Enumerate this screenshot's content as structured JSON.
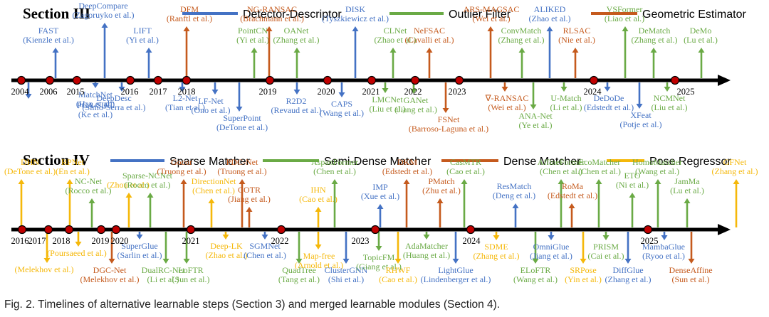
{
  "caption": "Fig. 2. Timelines of alternative learnable steps (Section 3) and merged learnable modules (Section 4).",
  "colors": {
    "blue": "#4472c4",
    "green": "#6aaa45",
    "orange": "#c55a1d",
    "yellow": "#f5b80a",
    "red": "#c00000",
    "axis": "#000000"
  },
  "sections": [
    {
      "title": "Section III",
      "legend": [
        {
          "label": "Detector-Descriptor",
          "color": "blue"
        },
        {
          "label": "Outlier Filter",
          "color": "green"
        },
        {
          "label": "Geometric Estimator",
          "color": "orange"
        }
      ],
      "years": [
        "2004",
        "2006",
        "2015",
        "2016",
        "2017",
        "2018",
        "2019",
        "2020",
        "2021",
        "2022",
        "2023",
        "2024",
        "2025"
      ],
      "methods": [
        {
          "name": "PCA-SIFT",
          "cite": "(Ke et al.)",
          "color": "blue",
          "side": "below"
        },
        {
          "name": "FAST",
          "cite": "(Kienzle et al.)",
          "color": "blue",
          "side": "above"
        },
        {
          "name": "MatchNet",
          "cite": "(Han et al.)",
          "color": "blue",
          "side": "below"
        },
        {
          "name": "DeepCompare",
          "cite": "(Zagoruyko et al.)",
          "color": "blue",
          "side": "above"
        },
        {
          "name": "DeepDesc",
          "cite": "(Simo-Serra et al.)",
          "color": "blue",
          "side": "below"
        },
        {
          "name": "LIFT",
          "cite": "(Yi et al.)",
          "color": "blue",
          "side": "above"
        },
        {
          "name": "L2-Net",
          "cite": "(Tian et al.)",
          "color": "blue",
          "side": "below"
        },
        {
          "name": "DFM",
          "cite": "(Ranftl et al.)",
          "color": "orange",
          "side": "above"
        },
        {
          "name": "LF-Net",
          "cite": "(Ono et al.)",
          "color": "blue",
          "side": "below"
        },
        {
          "name": "SuperPoint",
          "cite": "(DeTone et al.)",
          "color": "blue",
          "side": "below"
        },
        {
          "name": "PointCN",
          "cite": "(Yi et al.)",
          "color": "green",
          "side": "above"
        },
        {
          "name": "NG-RANSAC",
          "cite": "(Brachmann et al.)",
          "color": "orange",
          "side": "above"
        },
        {
          "name": "R2D2",
          "cite": "(Revaud et al.)",
          "color": "blue",
          "side": "below"
        },
        {
          "name": "OANet",
          "cite": "(Zhang et al.)",
          "color": "green",
          "side": "above"
        },
        {
          "name": "CAPS",
          "cite": "(Wang et al.)",
          "color": "blue",
          "side": "below"
        },
        {
          "name": "DISK",
          "cite": "(Tyszkiewicz et al.)",
          "color": "blue",
          "side": "above"
        },
        {
          "name": "LMCNet",
          "cite": "(Liu et al.)",
          "color": "green",
          "side": "below"
        },
        {
          "name": "CLNet",
          "cite": "(Zhao et al.)",
          "color": "green",
          "side": "above"
        },
        {
          "name": "GANet",
          "cite": "(Jiang et al.)",
          "color": "green",
          "side": "below"
        },
        {
          "name": "NeFSAC",
          "cite": "(Cavalli et al.)",
          "color": "orange",
          "side": "above"
        },
        {
          "name": "FSNet",
          "cite": "(Barroso-Laguna et al.)",
          "color": "orange",
          "side": "below"
        },
        {
          "name": "ARS-MAGSAC",
          "cite": "(Wei et al.)",
          "color": "orange",
          "side": "above"
        },
        {
          "name": "∇-RANSAC",
          "cite": "(Wei et al.)",
          "color": "orange",
          "side": "below"
        },
        {
          "name": "ConvMatch",
          "cite": "(Zhang et al.)",
          "color": "green",
          "side": "above"
        },
        {
          "name": "ANA-Net",
          "cite": "(Ye et al.)",
          "color": "green",
          "side": "below"
        },
        {
          "name": "ALIKED",
          "cite": "(Zhao et al.)",
          "color": "blue",
          "side": "above"
        },
        {
          "name": "U-Match",
          "cite": "(Li et al.)",
          "color": "green",
          "side": "below"
        },
        {
          "name": "RLSAC",
          "cite": "(Nie et al.)",
          "color": "orange",
          "side": "above"
        },
        {
          "name": "DeDoDe",
          "cite": "(Edstedt et al.)",
          "color": "blue",
          "side": "below"
        },
        {
          "name": "VSFormer",
          "cite": "(Liao et al.)",
          "color": "green",
          "side": "above"
        },
        {
          "name": "XFeat",
          "cite": "(Potje et al.)",
          "color": "blue",
          "side": "below"
        },
        {
          "name": "DeMatch",
          "cite": "(Zhang et al.)",
          "color": "green",
          "side": "above"
        },
        {
          "name": "NCMNet",
          "cite": "(Liu et al.)",
          "color": "green",
          "side": "below"
        },
        {
          "name": "DeMo",
          "cite": "(Lu et al.)",
          "color": "green",
          "side": "above"
        }
      ]
    },
    {
      "title": "Section IV",
      "legend": [
        {
          "label": "Sparse Matcher",
          "color": "blue"
        },
        {
          "label": "Semi-Dense Matcher",
          "color": "green"
        },
        {
          "label": "Dense Matcher",
          "color": "orange"
        },
        {
          "label": "Pose Regressor",
          "color": "yellow"
        }
      ],
      "years": [
        "2016",
        "2017",
        "2018",
        "2019",
        "2020",
        "2021",
        "2022",
        "2023",
        "2024",
        "2025"
      ],
      "methods": [
        {
          "name": "DHN",
          "cite": "(DeTone et al.)",
          "color": "yellow",
          "side": "above"
        },
        {
          "name": "",
          "cite": "(Melekhov et al.)",
          "color": "yellow",
          "side": "below"
        },
        {
          "name": "RPNet",
          "cite": "(En et al.)",
          "color": "yellow",
          "side": "above"
        },
        {
          "name": "",
          "cite": "(Poursaeed et al.)",
          "color": "yellow",
          "side": "below"
        },
        {
          "name": "NC-Net",
          "cite": "(Rocco et al.)",
          "color": "green",
          "side": "above"
        },
        {
          "name": "DGC-Net",
          "cite": "(Melekhov et al.)",
          "color": "orange",
          "side": "below"
        },
        {
          "name": "",
          "cite": "(Zhou et al.)",
          "color": "yellow",
          "side": "above"
        },
        {
          "name": "SuperGlue",
          "cite": "(Sarlin et al.)",
          "color": "blue",
          "side": "below"
        },
        {
          "name": "Sparse-NCNet",
          "cite": "(Rocco et al.)",
          "color": "green",
          "side": "above"
        },
        {
          "name": "DualRC-Net",
          "cite": "(Li et al.)",
          "color": "green",
          "side": "below"
        },
        {
          "name": "Gocor",
          "cite": "(Truong et al.)",
          "color": "orange",
          "side": "above"
        },
        {
          "name": "LoFTR",
          "cite": "(Sun et al.)",
          "color": "green",
          "side": "below"
        },
        {
          "name": "Deep-LK",
          "cite": "(Zhao et al.)",
          "color": "yellow",
          "side": "below"
        },
        {
          "name": "DirectionNet",
          "cite": "(Chen et al.)",
          "color": "yellow",
          "side": "above"
        },
        {
          "name": "PDC-Net",
          "cite": "(Truong et al.)",
          "color": "orange",
          "side": "above"
        },
        {
          "name": "COTR",
          "cite": "(Jiang et al.)",
          "color": "orange",
          "side": "above"
        },
        {
          "name": "SGMNet",
          "cite": "(Chen et al.)",
          "color": "blue",
          "side": "below"
        },
        {
          "name": "IHN",
          "cite": "(Cao et al.)",
          "color": "yellow",
          "side": "above"
        },
        {
          "name": "QuadTree",
          "cite": "(Tang et al.)",
          "color": "green",
          "side": "below"
        },
        {
          "name": "Map-free",
          "cite": "(Arnold et al.)",
          "color": "yellow",
          "side": "below"
        },
        {
          "name": "AspanFormer",
          "cite": "(Chen et al.)",
          "color": "green",
          "side": "above"
        },
        {
          "name": "ClusterGNN",
          "cite": "(Shi et al.)",
          "color": "blue",
          "side": "below"
        },
        {
          "name": "IMP",
          "cite": "(Xue et al.)",
          "color": "blue",
          "side": "above"
        },
        {
          "name": "TopicFM",
          "cite": "(Giang et al.)",
          "color": "green",
          "side": "below"
        },
        {
          "name": "RHWF",
          "cite": "(Cao et al.)",
          "color": "yellow",
          "side": "below"
        },
        {
          "name": "DKM",
          "cite": "(Edstedt et al.)",
          "color": "orange",
          "side": "above"
        },
        {
          "name": "AdaMatcher",
          "cite": "(Huang et al.)",
          "color": "green",
          "side": "below"
        },
        {
          "name": "PMatch",
          "cite": "(Zhu et al.)",
          "color": "orange",
          "side": "above"
        },
        {
          "name": "CasMTR",
          "cite": "(Cao et al.)",
          "color": "green",
          "side": "above"
        },
        {
          "name": "LightGlue",
          "cite": "(Lindenberger et al.)",
          "color": "blue",
          "side": "below"
        },
        {
          "name": "SDME",
          "cite": "(Zhang et al.)",
          "color": "yellow",
          "side": "below"
        },
        {
          "name": "ResMatch",
          "cite": "(Deng et al.)",
          "color": "blue",
          "side": "above"
        },
        {
          "name": "ELoFTR",
          "cite": "(Wang et al.)",
          "color": "green",
          "side": "below"
        },
        {
          "name": "OmniGlue",
          "cite": "(Jiang et al.)",
          "color": "blue",
          "side": "below"
        },
        {
          "name": "AffineFormer",
          "cite": "(Chen et al.)",
          "color": "green",
          "side": "above"
        },
        {
          "name": "RoMa",
          "cite": "(Edstedt et al.)",
          "color": "orange",
          "side": "above"
        },
        {
          "name": "SRPose",
          "cite": "(Yin et al.)",
          "color": "yellow",
          "side": "below"
        },
        {
          "name": "EcoMatcher",
          "cite": "(Chen et al.)",
          "color": "green",
          "side": "above"
        },
        {
          "name": "PRISM",
          "cite": "(Cai et al.)",
          "color": "green",
          "side": "below"
        },
        {
          "name": "DiffGlue",
          "cite": "(Zhang et al.)",
          "color": "blue",
          "side": "below"
        },
        {
          "name": "ETO",
          "cite": "(Ni et al.)",
          "color": "green",
          "side": "above"
        },
        {
          "name": "HomoMatcher",
          "cite": "(Wang et al.)",
          "color": "green",
          "side": "above"
        },
        {
          "name": "MambaGlue",
          "cite": "(Ryoo et al.)",
          "color": "blue",
          "side": "below"
        },
        {
          "name": "JamMa",
          "cite": "(Lu et al.)",
          "color": "green",
          "side": "above"
        },
        {
          "name": "DenseAffine",
          "cite": "(Sun et al.)",
          "color": "orange",
          "side": "below"
        },
        {
          "name": "GFNet",
          "cite": "(Zhang et al.)",
          "color": "yellow",
          "side": "above"
        }
      ]
    }
  ]
}
